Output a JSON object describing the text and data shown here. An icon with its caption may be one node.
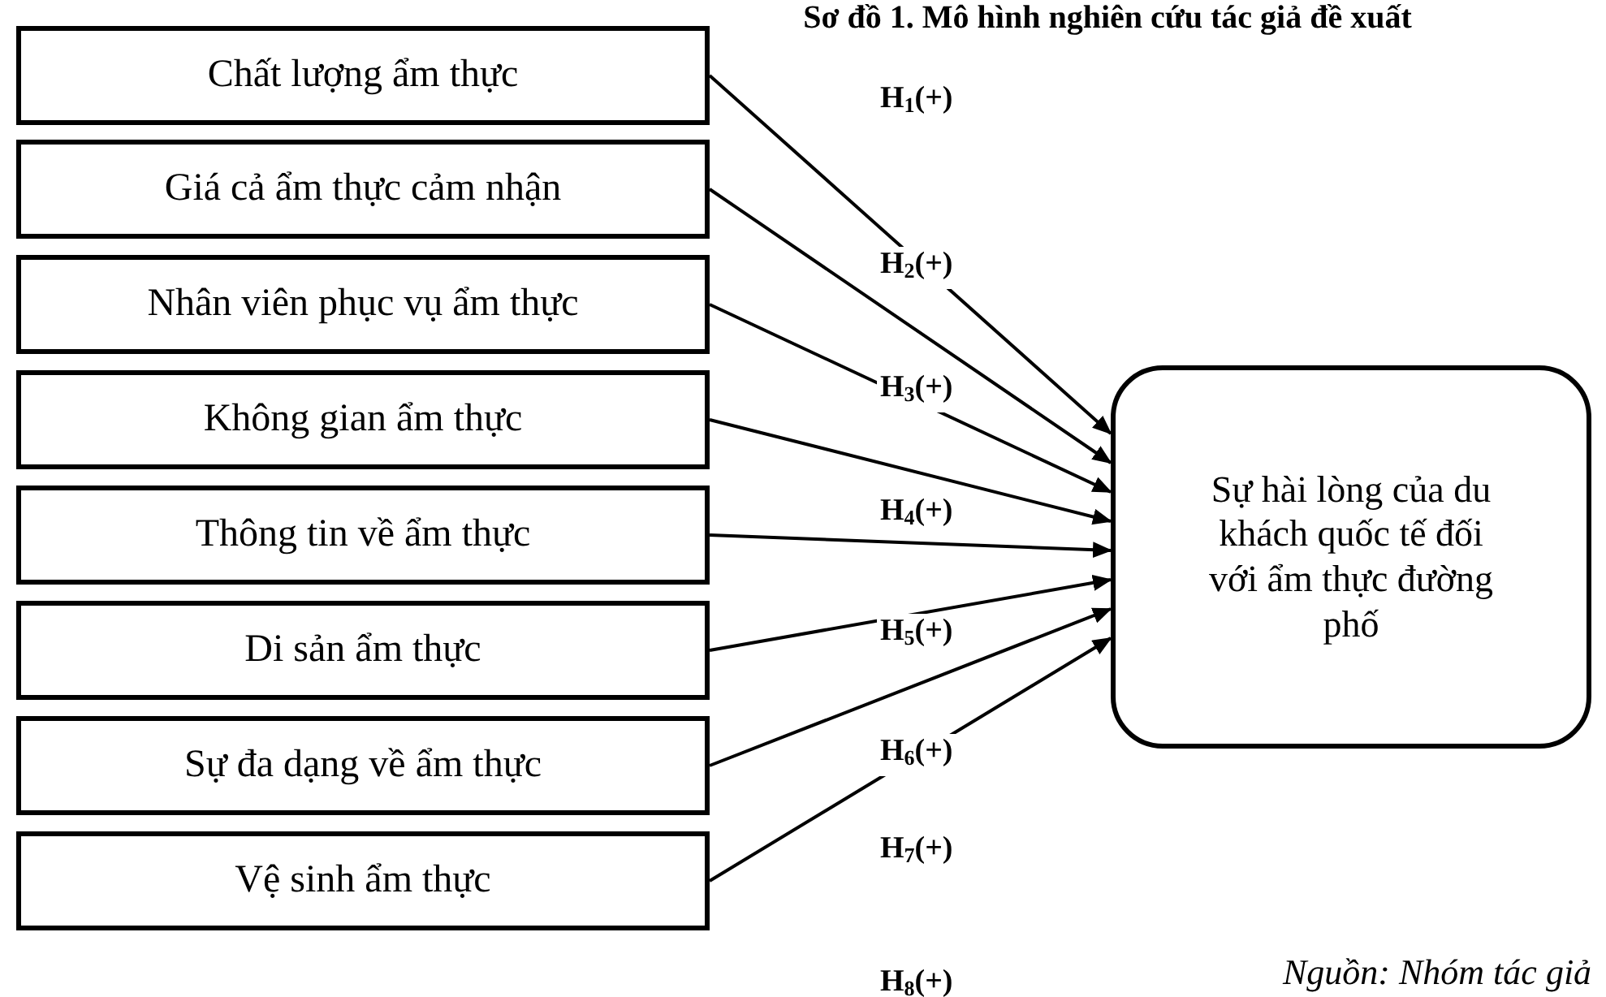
{
  "diagram": {
    "title": "Sơ đồ 1. Mô hình nghiên cứu tác giả đề xuất",
    "caption": "Nguồn: Nhóm tác giả",
    "nodes": [
      {
        "text": [
          "Chất lượng ẩm thực"
        ]
      },
      {
        "text": [
          "Giá cả ẩm thực cảm nhận"
        ]
      },
      {
        "text": [
          "Nhân viên phục vụ ẩm thực"
        ]
      },
      {
        "text": [
          "Không gian ẩm thực"
        ]
      },
      {
        "text": [
          "Thông tin về ẩm thực"
        ]
      },
      {
        "text": [
          "Di sản ẩm thực"
        ]
      },
      {
        "text": [
          "Sự đa dạng về ẩm thực"
        ]
      },
      {
        "text": [
          "Vệ sinh ẩm thực"
        ]
      },
      {
        "text": [
          "Sự hài lòng của du khách quốc tế đối với ẩm thực đường phố"
        ]
      }
    ],
    "edges": [
      {
        "from": 0,
        "to": 8,
        "arrow": "to"
      },
      {
        "from": 1,
        "to": 8,
        "arrow": "to"
      },
      {
        "from": 2,
        "to": 8,
        "arrow": "to"
      },
      {
        "from": 3,
        "to": 8,
        "arrow": "to"
      },
      {
        "from": 4,
        "to": 8,
        "arrow": "to"
      },
      {
        "from": 5,
        "to": 8,
        "arrow": "to"
      },
      {
        "from": 6,
        "to": 8,
        "arrow": "to"
      },
      {
        "from": 7,
        "to": 8,
        "arrow": "to"
      }
    ],
    "labels": [
      "H$_{1}$(+)",
      "H$_{2}$(+)",
      "H$_{3}$(+)",
      "H$_{4}$(+)",
      "H$_{5}$(+)",
      "H$_{6}$(+)",
      "H$_{7}$(+)",
      "H$_{8}$(+)"
    ]
  }
}
